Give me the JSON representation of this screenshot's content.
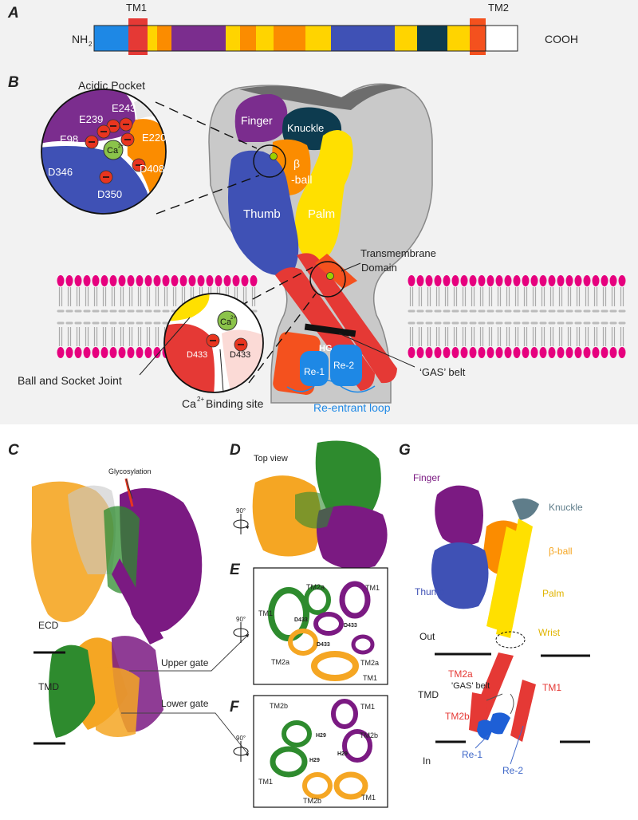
{
  "panels": {
    "A": "A",
    "B": "B",
    "C": "C",
    "D": "D",
    "E": "E",
    "F": "F",
    "G": "G"
  },
  "domain_bar": {
    "left_label": "NH",
    "left_sub": "2",
    "right_label": "COOH",
    "tm1": "TM1",
    "tm2": "TM2",
    "segment_colors": [
      "#1e88e5",
      "#e53935",
      "#ffd400",
      "#fb8c00",
      "#7b2d8e",
      "#ffd400",
      "#fb8c00",
      "#ffd400",
      "#fb8c00",
      "#ffd400",
      "#3f51b5",
      "#ffd400",
      "#0d3b4f",
      "#ffd400",
      "#f4511e",
      "#ffffff"
    ]
  },
  "acidic_pocket": {
    "title": "Acidic Pocket",
    "residues": [
      "E239",
      "E243",
      "E98",
      "E220",
      "D346",
      "D408",
      "D350"
    ],
    "ion": "Ca",
    "ion_sup": "2+"
  },
  "subdomains": {
    "finger": "Finger",
    "knuckle": "Knuckle",
    "beta": "β",
    "ball": "-ball",
    "thumb": "Thumb",
    "palm": "Palm"
  },
  "tmd_labels": {
    "transmembrane_1": "Transmembrane",
    "transmembrane_2": "Domain",
    "hg": "HG",
    "re1": "Re-1",
    "re2": "Re-2",
    "gas_belt": "‘GAS’ belt",
    "reentrant": "Re-entrant loop"
  },
  "ball_socket": {
    "title": "Ball and Socket Joint",
    "d433_left": "D433",
    "d433_right": "D433",
    "ion": "Ca",
    "ion_sup": "2+"
  },
  "binding_site": {
    "text": "Ca",
    "sup": "2+",
    "suffix": " Binding site"
  },
  "panel_c": {
    "glyco": "Glycosylation",
    "ecd": "ECD",
    "tmd": "TMD",
    "upper_gate": "Upper gate",
    "lower_gate": "Lower gate"
  },
  "panel_d": {
    "top_view": "Top view",
    "rot": "90°"
  },
  "panel_e": {
    "tm2a_top": "TM2a",
    "tm1_tr": "TM1",
    "tm1_l": "TM1",
    "d433_a": "D433",
    "d433_b": "D433",
    "d433_c": "D433",
    "tm2a_l": "TM2a",
    "tm2a_r": "TM2a",
    "tm1_br": "TM1",
    "rot": "90°"
  },
  "panel_f": {
    "tm2b_tl": "TM2b",
    "tm1_tr": "TM1",
    "tm2b_r": "TM2b",
    "h29_a": "H29",
    "h29_b": "H29",
    "h29_c": "H29",
    "tm1_l": "TM1",
    "tm2b_b": "TM2b",
    "tm1_br": "TM1",
    "rot": "90°"
  },
  "panel_g": {
    "finger": "Finger",
    "knuckle": "Knuckle",
    "beta_ball": "β-ball",
    "thumb": "Thumb",
    "palm": "Palm",
    "out": "Out",
    "wrist": "Wrist",
    "tm2a": "TM2a",
    "gas_belt": "'GAS' belt",
    "tmd": "TMD",
    "tm1": "TM1",
    "tm2b": "TM2b",
    "re1": "Re-1",
    "re2": "Re-2",
    "in": "In"
  },
  "colors": {
    "finger": "#7b2d8e",
    "knuckle": "#0d3b4f",
    "palm": "#ffe000",
    "thumb": "#3f51b5",
    "beta": "#fb8c00",
    "tm_red": "#e53935",
    "orange": "#f4511e",
    "blue": "#1e88e5",
    "lipid_head": "#e6007e",
    "chain_green": "#2e8b2e",
    "chain_purple": "#7b1a82",
    "chain_orange": "#f5a623",
    "residue_red": "#e8351f"
  }
}
